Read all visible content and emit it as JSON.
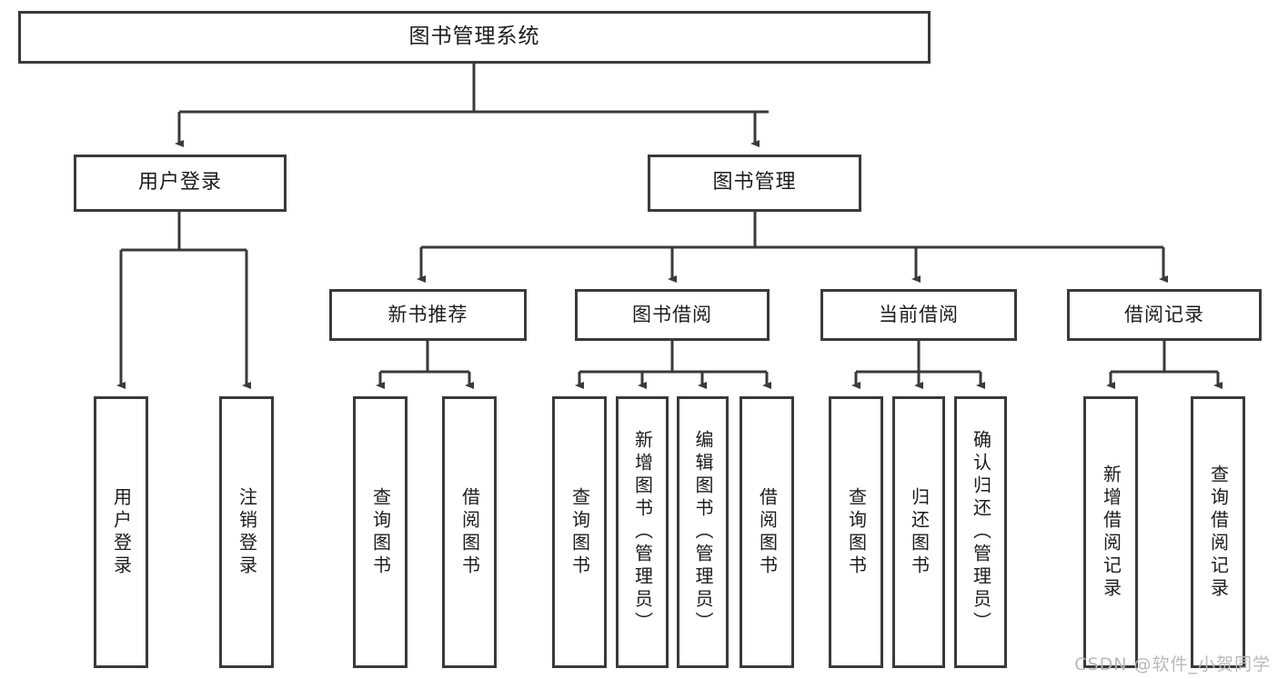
{
  "diagram": {
    "title": "图书管理系统",
    "type": "hierarchy-tree",
    "colors": {
      "stroke": "#3a3a3a",
      "box_fill": "#ffffff",
      "text": "#1c1c1c",
      "watermark": "#b9b9b9",
      "background": "#ffffff"
    },
    "root": {
      "label": "图书管理系统"
    },
    "level2": [
      {
        "label": "用户登录"
      },
      {
        "label": "图书管理"
      }
    ],
    "level3": [
      {
        "label": "新书推荐"
      },
      {
        "label": "图书借阅"
      },
      {
        "label": "当前借阅"
      },
      {
        "label": "借阅记录"
      }
    ],
    "leaves": {
      "user_login": [
        {
          "label": "用户登录"
        },
        {
          "label": "注销登录"
        }
      ],
      "new_book_recommend": [
        {
          "label": "查询图书"
        },
        {
          "label": "借阅图书"
        }
      ],
      "book_borrow": [
        {
          "label": "查询图书"
        },
        {
          "label": "新增图书（管理员）"
        },
        {
          "label": "编辑图书（管理员）"
        },
        {
          "label": "借阅图书"
        }
      ],
      "current_borrow": [
        {
          "label": "查询图书"
        },
        {
          "label": "归还图书"
        },
        {
          "label": "确认归还（管理员）"
        }
      ],
      "borrow_record": [
        {
          "label": "新增借阅记录"
        },
        {
          "label": "查询借阅记录"
        }
      ]
    }
  },
  "watermark": {
    "text": "CSDN @软件_小贺同学"
  }
}
